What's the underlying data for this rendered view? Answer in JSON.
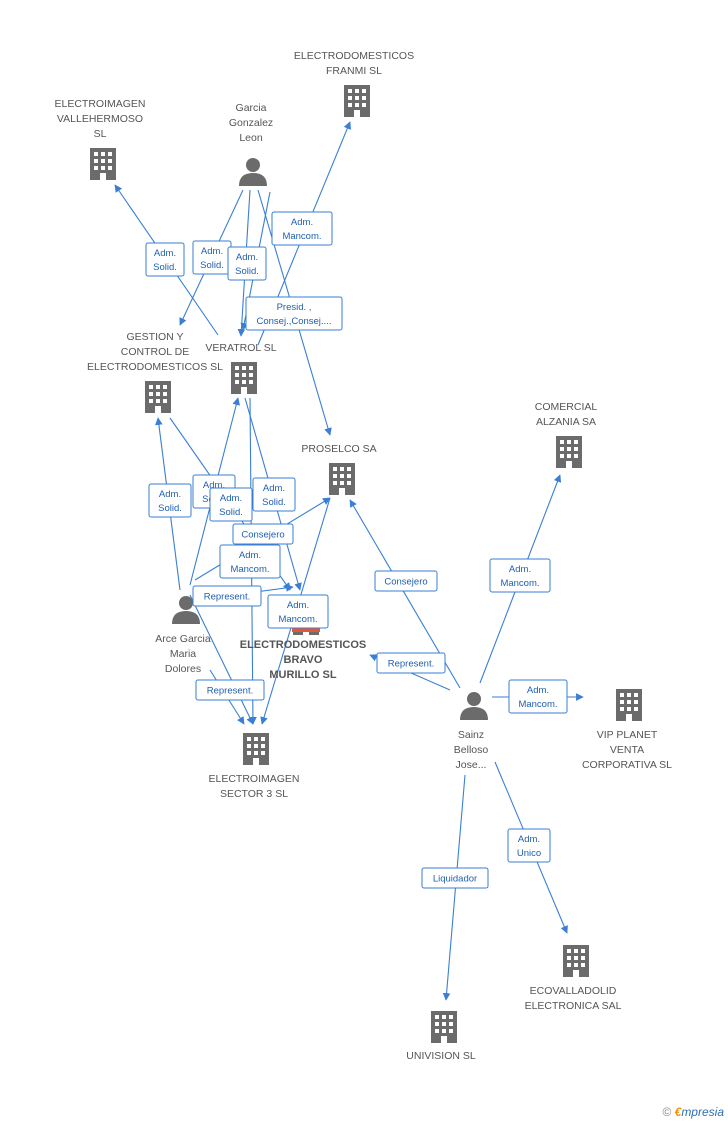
{
  "nodes": [
    {
      "id": "franmi",
      "kind": "company",
      "label": [
        "ELECTRODOMESTICOS",
        "FRANMI SL"
      ]
    },
    {
      "id": "vallehermoso",
      "kind": "company",
      "label": [
        "ELECTROIMAGEN",
        "VALLEHERMOSO",
        "SL"
      ]
    },
    {
      "id": "garcia",
      "kind": "person",
      "label": [
        "Garcia",
        "Gonzalez",
        "Leon"
      ]
    },
    {
      "id": "gestion",
      "kind": "company",
      "label": [
        "GESTION Y",
        "CONTROL DE",
        "ELECTRODOMESTICOS SL"
      ]
    },
    {
      "id": "veratrol",
      "kind": "company",
      "label": [
        "VERATROL SL"
      ]
    },
    {
      "id": "proselco",
      "kind": "company",
      "label": [
        "PROSELCO SA"
      ]
    },
    {
      "id": "alzania",
      "kind": "company",
      "label": [
        "COMERCIAL",
        "ALZANIA SA"
      ]
    },
    {
      "id": "bravo",
      "kind": "main",
      "label": [
        "ELECTRODOMESTICOS",
        "BRAVO",
        "MURILLO SL"
      ]
    },
    {
      "id": "arce",
      "kind": "person",
      "label": [
        "Arce Garcia",
        "Maria",
        "Dolores"
      ]
    },
    {
      "id": "sainz",
      "kind": "person",
      "label": [
        "Sainz",
        "Belloso",
        "Jose..."
      ]
    },
    {
      "id": "vipplanet",
      "kind": "company",
      "label": [
        "VIP PLANET",
        "VENTA",
        "CORPORATIVA SL"
      ]
    },
    {
      "id": "sector3",
      "kind": "company",
      "label": [
        "ELECTROIMAGEN",
        "SECTOR 3 SL"
      ]
    },
    {
      "id": "ecovalladolid",
      "kind": "company",
      "label": [
        "ECOVALLADOLID",
        "ELECTRONICA SAL"
      ]
    },
    {
      "id": "univision",
      "kind": "company",
      "label": [
        "UNIVISION SL"
      ]
    }
  ],
  "relations": [
    {
      "id": "r1",
      "label": [
        "Adm.",
        "Solid."
      ]
    },
    {
      "id": "r2",
      "label": [
        "Adm.",
        "Solid."
      ]
    },
    {
      "id": "r3",
      "label": [
        "Adm.",
        "Solid."
      ]
    },
    {
      "id": "r4",
      "label": [
        "Adm.",
        "Mancom."
      ]
    },
    {
      "id": "r5",
      "label": [
        "Presid. ,",
        "Consej.,Consej...."
      ]
    },
    {
      "id": "r6",
      "label": [
        "Adm.",
        "Solid."
      ]
    },
    {
      "id": "r7",
      "label": [
        "Adm.",
        "Solid."
      ]
    },
    {
      "id": "r8",
      "label": [
        "Adm.",
        "Solid."
      ]
    },
    {
      "id": "r9",
      "label": [
        "Adm.",
        "Solid."
      ]
    },
    {
      "id": "r10",
      "label": [
        "Consejero"
      ]
    },
    {
      "id": "r11",
      "label": [
        "Adm.",
        "Mancom."
      ]
    },
    {
      "id": "r12",
      "label": [
        "Represent."
      ]
    },
    {
      "id": "r13",
      "label": [
        "Adm.",
        "Mancom."
      ]
    },
    {
      "id": "r14",
      "label": [
        "Represent."
      ]
    },
    {
      "id": "r15",
      "label": [
        "Consejero"
      ]
    },
    {
      "id": "r16",
      "label": [
        "Adm.",
        "Mancom."
      ]
    },
    {
      "id": "r17",
      "label": [
        "Represent."
      ]
    },
    {
      "id": "r18",
      "label": [
        "Adm.",
        "Mancom."
      ]
    },
    {
      "id": "r19",
      "label": [
        "Adm.",
        "Unico"
      ]
    },
    {
      "id": "r20",
      "label": [
        "Liquidador"
      ]
    }
  ],
  "brand": {
    "copyright": "©",
    "e": "€",
    "rest": "mpresia"
  },
  "colors": {
    "edge": "#3a7fd5",
    "icon": "#6b6b6b",
    "main_icon": "#e8552f"
  }
}
